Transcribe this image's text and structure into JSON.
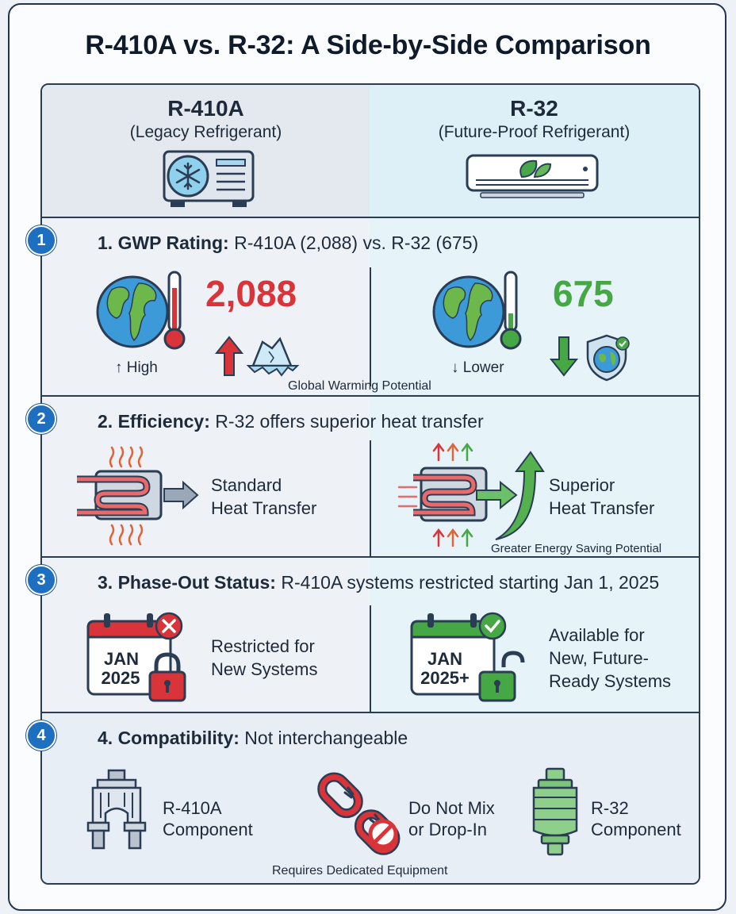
{
  "title": "R-410A vs. R-32: A Side-by-Side Comparison",
  "header": {
    "left": {
      "name": "R-410A",
      "subtitle": "(Legacy Refrigerant)"
    },
    "right": {
      "name": "R-32",
      "subtitle": "(Future-Proof Refrigerant)"
    }
  },
  "sections": {
    "gwp": {
      "number": "1",
      "label": "1. GWP Rating:",
      "text": " R-410A (2,088) vs. R-32 (675)",
      "left_value": "2,088",
      "left_caption": "↑ High",
      "right_value": "675",
      "right_caption": "↓ Lower",
      "footer": "Global Warming Potential"
    },
    "efficiency": {
      "number": "2",
      "label": "2. Efficiency:",
      "text": " R-32 offers superior heat transfer",
      "left_line1": "Standard",
      "left_line2": "Heat Transfer",
      "right_line1": "Superior",
      "right_line2": "Heat Transfer",
      "footer": "Greater Energy Saving Potential"
    },
    "phaseout": {
      "number": "3",
      "label": "3. Phase-Out Status:",
      "text": " R-410A systems restricted starting Jan 1, 2025",
      "left_cal_month": "JAN",
      "left_cal_year": "2025",
      "left_line1": "Restricted for",
      "left_line2": "New Systems",
      "right_cal_month": "JAN",
      "right_cal_year": "2025+",
      "right_line1": "Available for",
      "right_line2": "New, Future-",
      "right_line3": "Ready Systems"
    },
    "compat": {
      "number": "4",
      "label": "4. Compatibility:",
      "text": " Not interchangeable",
      "left_line1": "R-410A",
      "left_line2": "Component",
      "mid_line1": "Do Not Mix",
      "mid_line2": "or Drop-In",
      "right_line1": "R-32",
      "right_line2": "Component",
      "footer": "Requires Dedicated Equipment"
    }
  },
  "colors": {
    "red": "#d9343a",
    "green": "#45a845",
    "blue": "#1f6fc1",
    "navy": "#2b3d55"
  }
}
